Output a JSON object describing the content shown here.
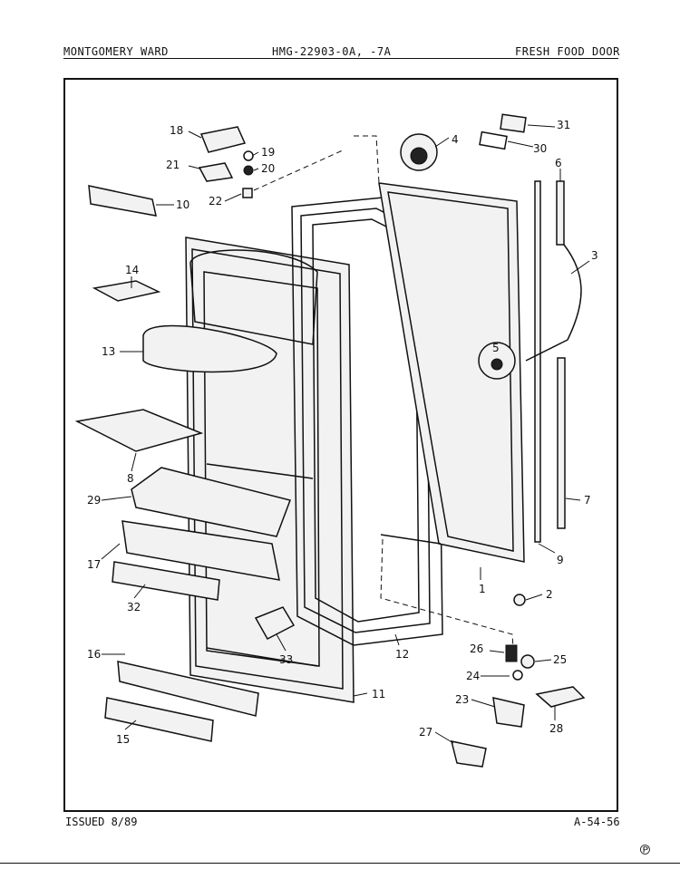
{
  "header": {
    "left": "MONTGOMERY WARD",
    "center": "HMG-22903-0A, -7A",
    "right": "FRESH FOOD DOOR"
  },
  "footer": {
    "issued": "ISSUED 8/89",
    "page_code": "A-54-56"
  },
  "corner_mark": "℗",
  "callouts": {
    "c1": "1",
    "c2": "2",
    "c3": "3",
    "c4": "4",
    "c5": "5",
    "c6": "6",
    "c7": "7",
    "c8": "8",
    "c9": "9",
    "c10": "10",
    "c11": "11",
    "c12": "12",
    "c13": "13",
    "c14": "14",
    "c15": "15",
    "c16": "16",
    "c17": "17",
    "c18": "18",
    "c19": "19",
    "c20": "20",
    "c21": "21",
    "c22": "22",
    "c23": "23",
    "c24": "24",
    "c25": "25",
    "c26": "26",
    "c27": "27",
    "c28": "28",
    "c29": "29",
    "c30": "30",
    "c31": "31",
    "c32": "32",
    "c33": "33"
  }
}
